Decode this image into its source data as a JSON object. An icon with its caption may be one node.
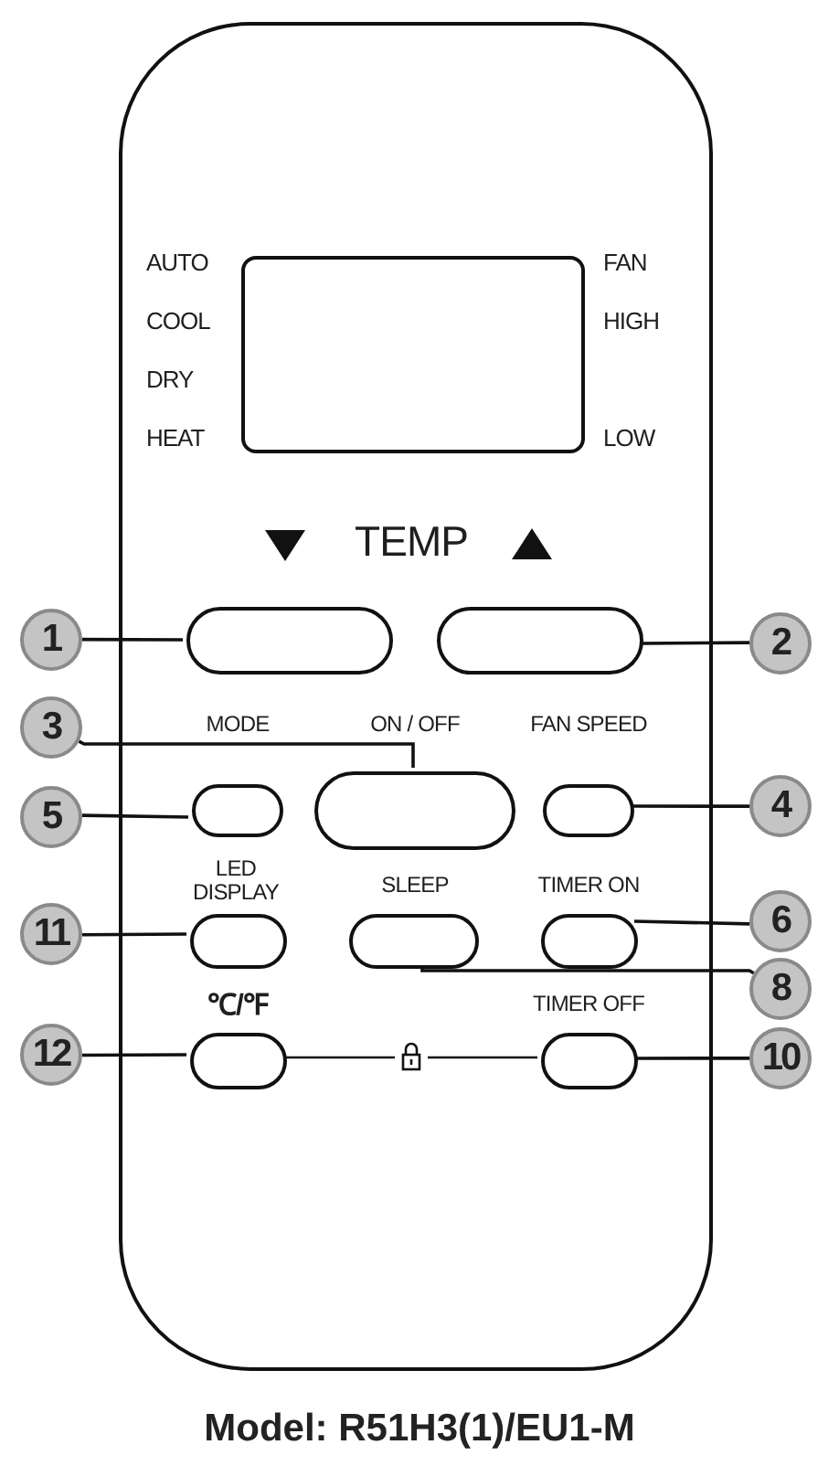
{
  "diagram": {
    "caption": "Model: R51H3(1)/EU1-M",
    "nodes": [
      {
        "text": [],
        "shape": "box"
      },
      {
        "text": [],
        "shape": "box",
        "in": 0
      },
      {
        "text": [],
        "shape": "box",
        "in": 0
      },
      {
        "text": [],
        "shape": "box",
        "in": 0
      },
      {
        "text": [],
        "shape": "box",
        "in": 0,
        "beside": [
          "MODE"
        ]
      },
      {
        "text": [],
        "shape": "box",
        "in": 0,
        "beside": [
          "ON / OFF"
        ]
      },
      {
        "text": [],
        "shape": "box",
        "in": 0,
        "beside": [
          "FAN SPEED"
        ]
      },
      {
        "text": [],
        "shape": "box",
        "in": 0,
        "beside": [
          "LED DISPLAY"
        ]
      },
      {
        "text": [],
        "shape": "box",
        "in": 0,
        "beside": [
          "SLEEP"
        ]
      },
      {
        "text": [],
        "shape": "box",
        "in": 0,
        "beside": [
          "TIMER ON"
        ]
      },
      {
        "text": [],
        "shape": "box",
        "in": 0,
        "beside": [
          "℃/℉"
        ]
      },
      {
        "text": [],
        "shape": "box",
        "in": 0,
        "beside": [
          "TIMER OFF"
        ]
      },
      {
        "text": [
          "1"
        ]
      },
      {
        "text": [
          "2"
        ]
      },
      {
        "text": [
          "3"
        ]
      },
      {
        "text": [
          "5"
        ]
      },
      {
        "text": [
          "4"
        ]
      },
      {
        "text": [
          "11"
        ]
      },
      {
        "text": [
          "6"
        ]
      },
      {
        "text": [
          "8"
        ]
      },
      {
        "text": [
          "12"
        ]
      },
      {
        "text": [
          "10"
        ]
      }
    ],
    "edges": [
      {
        "from": 12,
        "to": 2,
        "arrow": "none"
      },
      {
        "from": 13,
        "to": 3,
        "arrow": "none"
      },
      {
        "from": 14,
        "to": 5,
        "arrow": "none"
      },
      {
        "from": 15,
        "to": 4,
        "arrow": "none"
      },
      {
        "from": 16,
        "to": 6,
        "arrow": "none"
      },
      {
        "from": 17,
        "to": 7,
        "arrow": "none"
      },
      {
        "from": 18,
        "to": 9,
        "arrow": "none"
      },
      {
        "from": 19,
        "to": 8,
        "arrow": "none"
      },
      {
        "from": 20,
        "to": 10,
        "arrow": "none"
      },
      {
        "from": 21,
        "to": 11,
        "arrow": "none"
      },
      {
        "from": 10,
        "to": 11,
        "arrow": "none"
      }
    ],
    "labels": [
      "AUTO",
      "FAN",
      "COOL",
      "HIGH",
      "DRY",
      "HEAT",
      "LOW",
      "TEMP"
    ]
  }
}
